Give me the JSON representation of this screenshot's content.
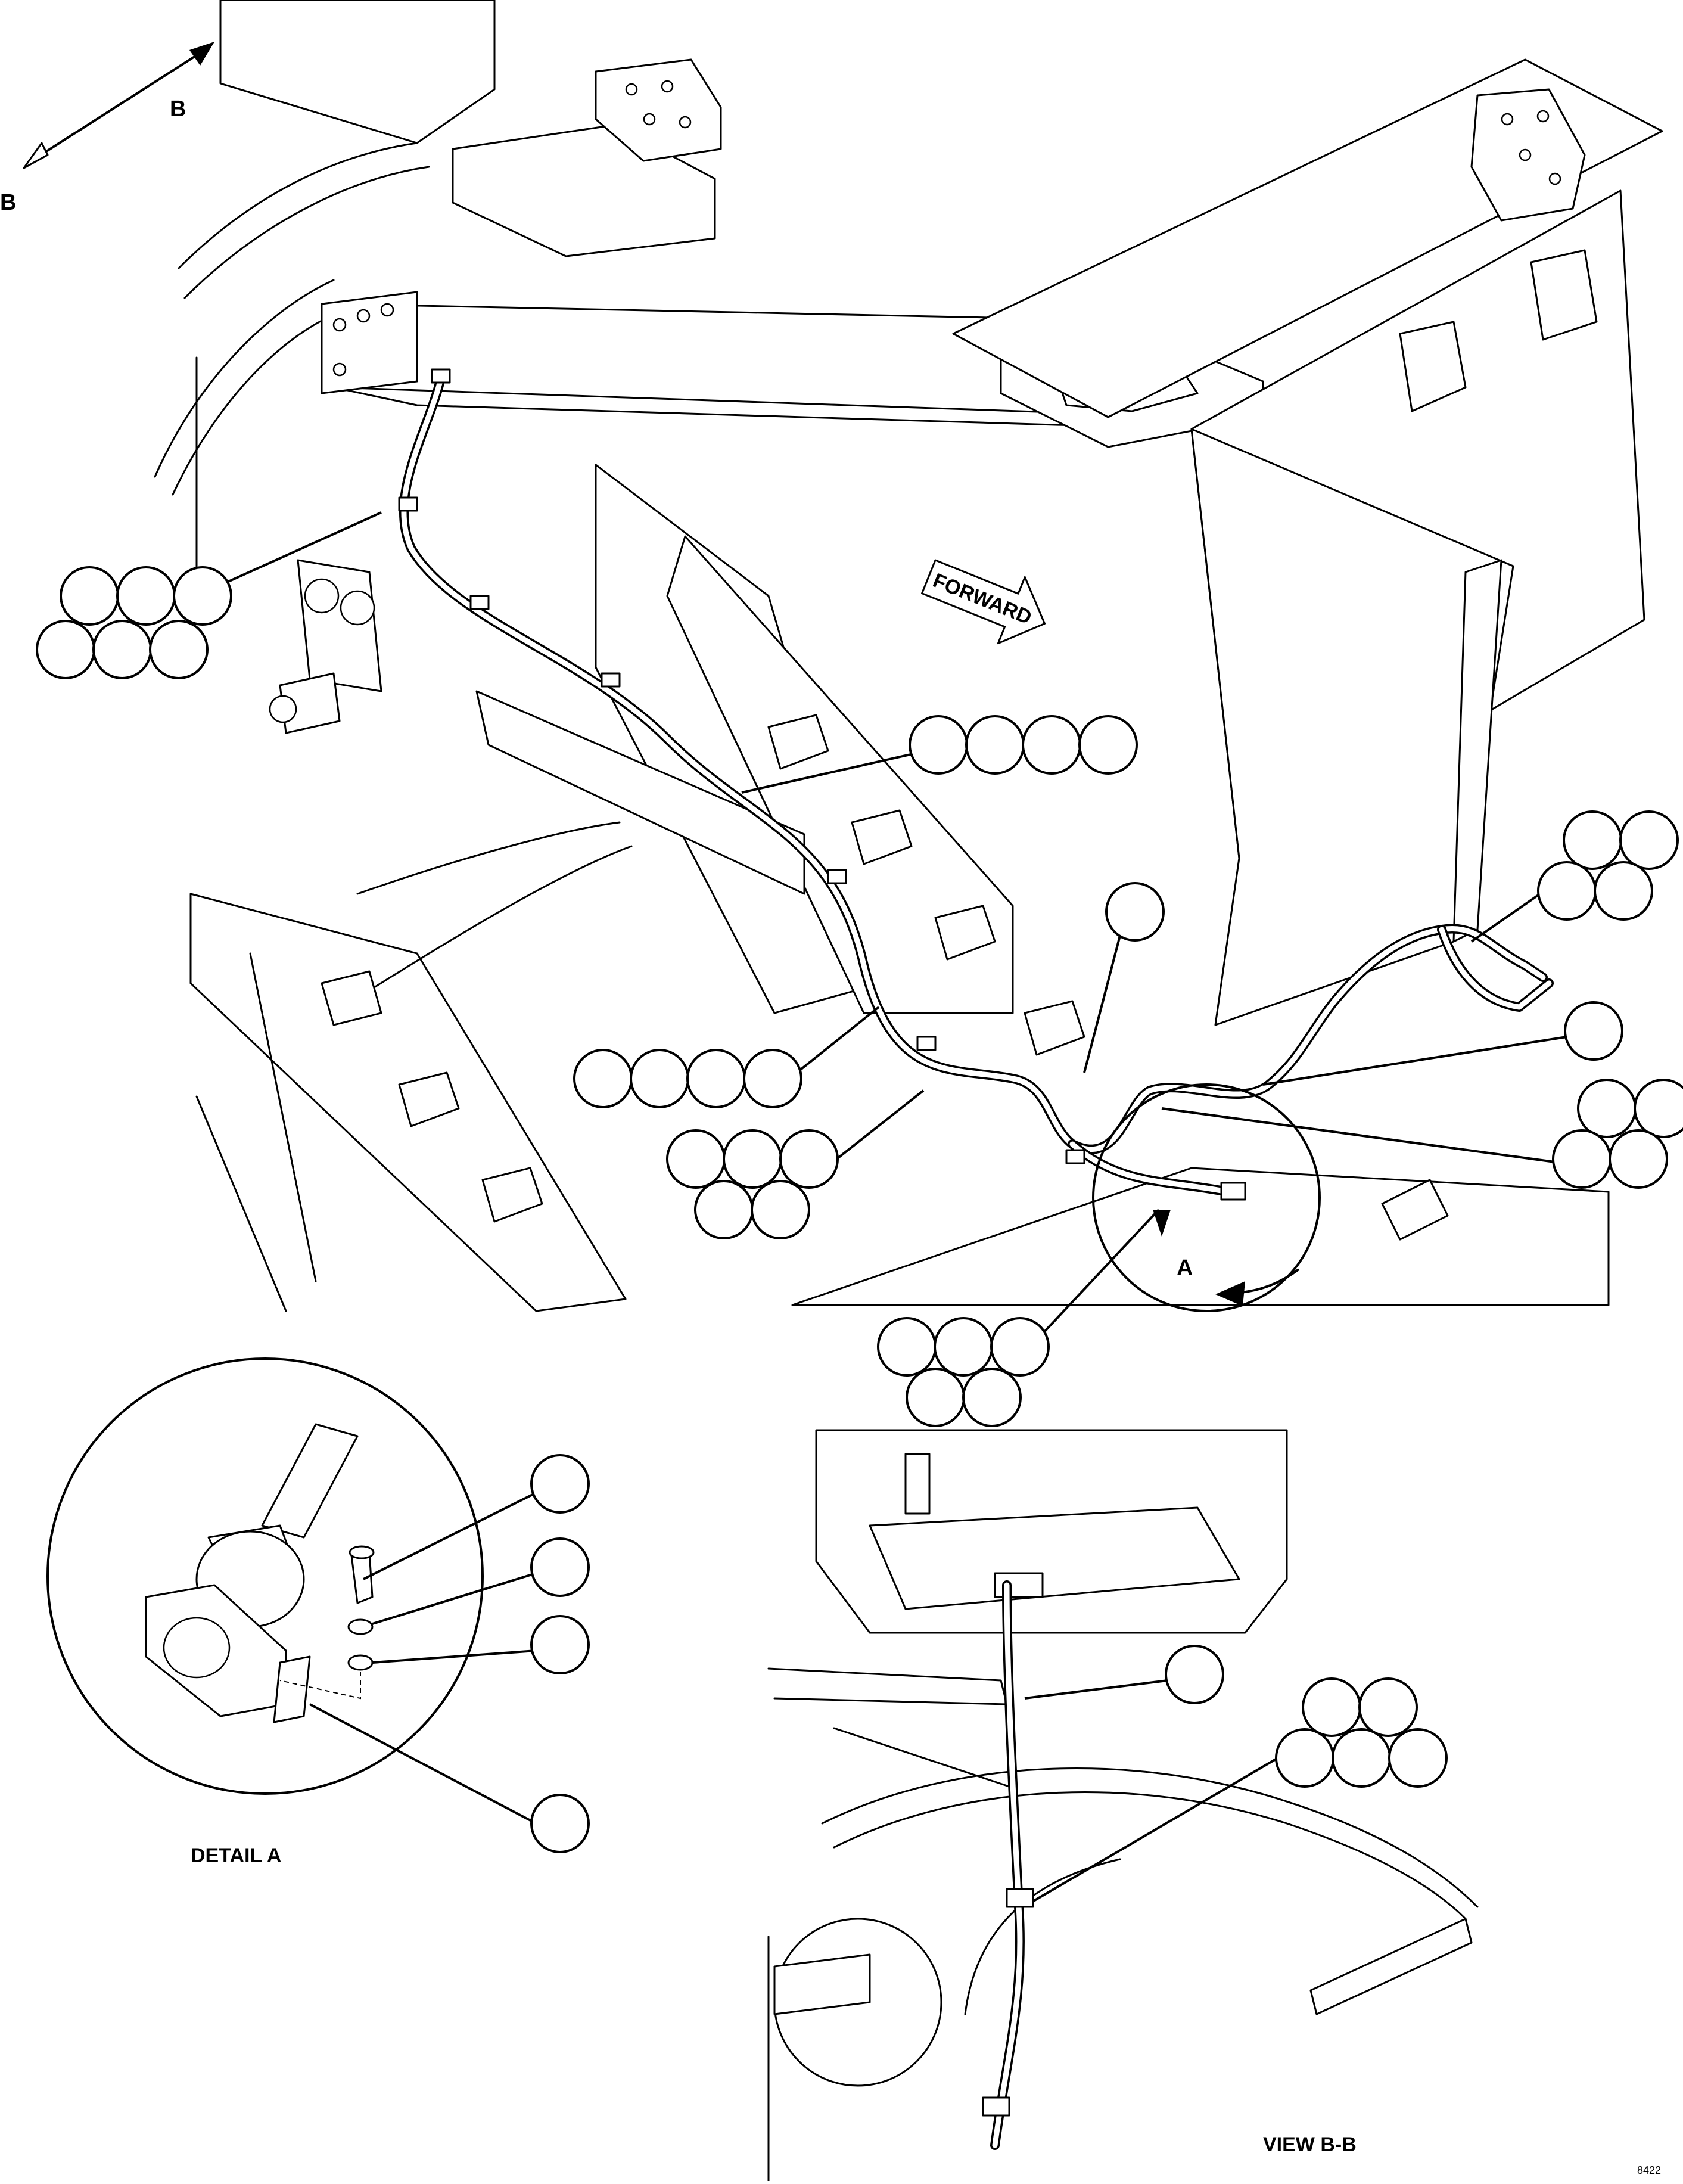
{
  "labels": {
    "forward": "FORWARD",
    "section_b_top": "B",
    "section_b_left": "B",
    "detail_ref": "A",
    "detail_title": "DETAIL A",
    "view_title": "VIEW B-B",
    "figure_id": "8422"
  },
  "callout_groups": [
    {
      "id": "g1",
      "count": 6
    },
    {
      "id": "g2",
      "count": 4
    },
    {
      "id": "g3",
      "count": 1
    },
    {
      "id": "g4",
      "count": 4
    },
    {
      "id": "g5",
      "count": 1
    },
    {
      "id": "g6",
      "count": 4
    },
    {
      "id": "g7",
      "count": 4
    },
    {
      "id": "g8",
      "count": 5
    },
    {
      "id": "g9",
      "count": 5
    },
    {
      "id": "g10",
      "count": 1
    },
    {
      "id": "g11",
      "count": 1
    },
    {
      "id": "g12",
      "count": 1
    },
    {
      "id": "g13",
      "count": 1
    },
    {
      "id": "g14",
      "count": 1
    },
    {
      "id": "g15",
      "count": 5
    }
  ]
}
